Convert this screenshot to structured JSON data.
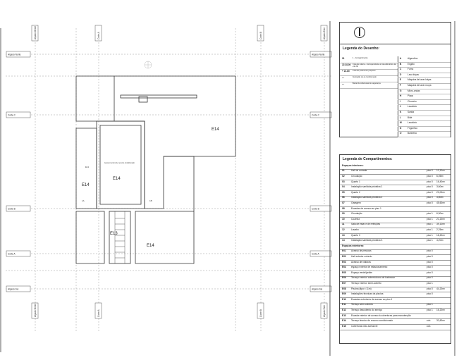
{
  "plan": {
    "axes_top": [
      "Alçado Oeste",
      "Corte A",
      "Corte B",
      "Alçado Este"
    ],
    "axes_bottom": [
      "Alçado Oeste",
      "Corte A",
      "Corte B",
      "Alçado Este"
    ],
    "axes_left": [
      "Alçado Norte",
      "Corte C",
      "Corte B",
      "Corte A",
      "Alçado Sul"
    ],
    "axes_right": [
      "Alçado Norte",
      "Corte C",
      "Corte B",
      "Corte A",
      "Alçado Sul"
    ],
    "room_labels": [
      "E14",
      "E14",
      "E14",
      "E14",
      "E13"
    ],
    "room_note": "Acesso técnico de recurso condicionado",
    "hatch_label": "E11",
    "scale_tags": [
      "1A",
      "1B"
    ]
  },
  "drawing_legend": {
    "title": "Legenda do Desenho:",
    "items": [
      {
        "code": "01",
        "text": "1 - Compartimento"
      },
      {
        "code": "22.28,00",
        "text": "Cota de soleira - correspondente à cota altimétrica de +91.60"
      },
      {
        "code": "+ 21.80",
        "text": "Cota de pavimento proposto"
      },
      {
        "code": "---",
        "text": "Ilustração de ar condicionado"
      },
      {
        "code": "---",
        "text": "Beiral de coberturas de segurança"
      }
    ],
    "symbols": [
      {
        "code": "A",
        "text": "Algerofino"
      },
      {
        "code": "B",
        "text": "Esgôto"
      },
      {
        "code": "C",
        "text": "Forno"
      },
      {
        "code": "D",
        "text": "Lava loiças"
      },
      {
        "code": "E",
        "text": "Máquina de lavar loiças"
      },
      {
        "code": "F",
        "text": "Máquina de lavar roupa"
      },
      {
        "code": "G",
        "text": "Micro-ondas"
      },
      {
        "code": "H",
        "text": "Placa"
      },
      {
        "code": "I",
        "text": "Chuveiro"
      },
      {
        "code": "J",
        "text": "Lavatório"
      },
      {
        "code": "K",
        "text": "Sanita"
      },
      {
        "code": "L",
        "text": "Bidé"
      },
      {
        "code": "M",
        "text": "Lavatório"
      },
      {
        "code": "N",
        "text": "Frigorífico"
      },
      {
        "code": "O",
        "text": "Banheira"
      }
    ]
  },
  "rooms_legend": {
    "title": "Legenda de Compartimentos:",
    "group_interior": "Espaços interiores:",
    "group_exterior": "Espaços exteriores:",
    "interior": [
      {
        "code": "01",
        "name": "Hall de entrada",
        "floor": "piso 0",
        "area": "12,10m²"
      },
      {
        "code": "02",
        "name": "Circulação",
        "floor": "piso 0",
        "area": "6,05m²"
      },
      {
        "code": "03",
        "name": "Quarto 1",
        "floor": "piso 0",
        "area": "16,40m²"
      },
      {
        "code": "04",
        "name": "Instalação sanitária privativa 1",
        "floor": "piso 0",
        "area": "3,60m²"
      },
      {
        "code": "05",
        "name": "Quarto 2",
        "floor": "piso 0",
        "area": "20,00m²"
      },
      {
        "code": "06",
        "name": "Instalação sanitária privativa 2",
        "floor": "piso 0",
        "area": "4,80m²"
      },
      {
        "code": "07",
        "name": "Garagem",
        "floor": "piso 0",
        "area": "45,60m²"
      },
      {
        "code": "08",
        "name": "Escadas de acesso ao piso 1",
        "floor": "",
        "area": ""
      },
      {
        "code": "09",
        "name": "Circulação",
        "floor": "piso 1",
        "area": "6,90m²"
      },
      {
        "code": "10",
        "name": "Cozinha",
        "floor": "piso 1",
        "area": "21,20m²"
      },
      {
        "code": "11",
        "name": "Sala de estar e de refeições",
        "floor": "piso 1",
        "area": "39,10m²"
      },
      {
        "code": "12",
        "name": "Lavabo",
        "floor": "piso 1",
        "area": "2,25m²"
      },
      {
        "code": "13",
        "name": "Quarto 3",
        "floor": "piso 1",
        "area": "18,20m²"
      },
      {
        "code": "14",
        "name": "Instalação sanitária privativa 3",
        "floor": "piso 1",
        "area": "4,20m²"
      }
    ],
    "exterior": [
      {
        "code": "E01",
        "name": "Acesso de pessoas",
        "floor": "piso 0",
        "area": ""
      },
      {
        "code": "E02",
        "name": "Hall exterior coberto",
        "floor": "piso 0",
        "area": ""
      },
      {
        "code": "E03",
        "name": "Acesso de viaturas",
        "floor": "piso 0",
        "area": ""
      },
      {
        "code": "E04",
        "name": "espaço exterior de estacionamento",
        "floor": "piso 0",
        "area": ""
      },
      {
        "code": "E05",
        "name": "Espaço verde/jardim",
        "floor": "piso 0",
        "area": ""
      },
      {
        "code": "E06",
        "name": "Terraço exterior coberto/zona de barbecue",
        "floor": "piso 0",
        "area": ""
      },
      {
        "code": "E07",
        "name": "Terraço exterior semi-coberto",
        "floor": "piso 1",
        "area": ""
      },
      {
        "code": "E08",
        "name": "Piscina (tipo x 11m)",
        "floor": "piso 0",
        "area": "44,20m²"
      },
      {
        "code": "E09",
        "name": "Instalações técnicas da piscina",
        "floor": "piso 0",
        "area": ""
      },
      {
        "code": "E10",
        "name": "Escadas exteriores de acesso ao piso 1",
        "floor": "",
        "area": ""
      },
      {
        "code": "E11",
        "name": "Terraço semi-coberto",
        "floor": "piso 1",
        "area": ""
      },
      {
        "code": "E12",
        "name": "Terraço descoberto do serviço",
        "floor": "piso 1",
        "area": "16,20m²"
      },
      {
        "code": "E13",
        "name": "Escada exterior de acesso à coberturas para manutenção",
        "floor": "",
        "area": ""
      },
      {
        "code": "E14",
        "name": "Terraço técnico de recurso condicionado",
        "floor": "cob.",
        "area": "32,60m²"
      },
      {
        "code": "E15",
        "name": "Coberturas não acessível",
        "floor": "cob.",
        "area": ""
      }
    ]
  }
}
